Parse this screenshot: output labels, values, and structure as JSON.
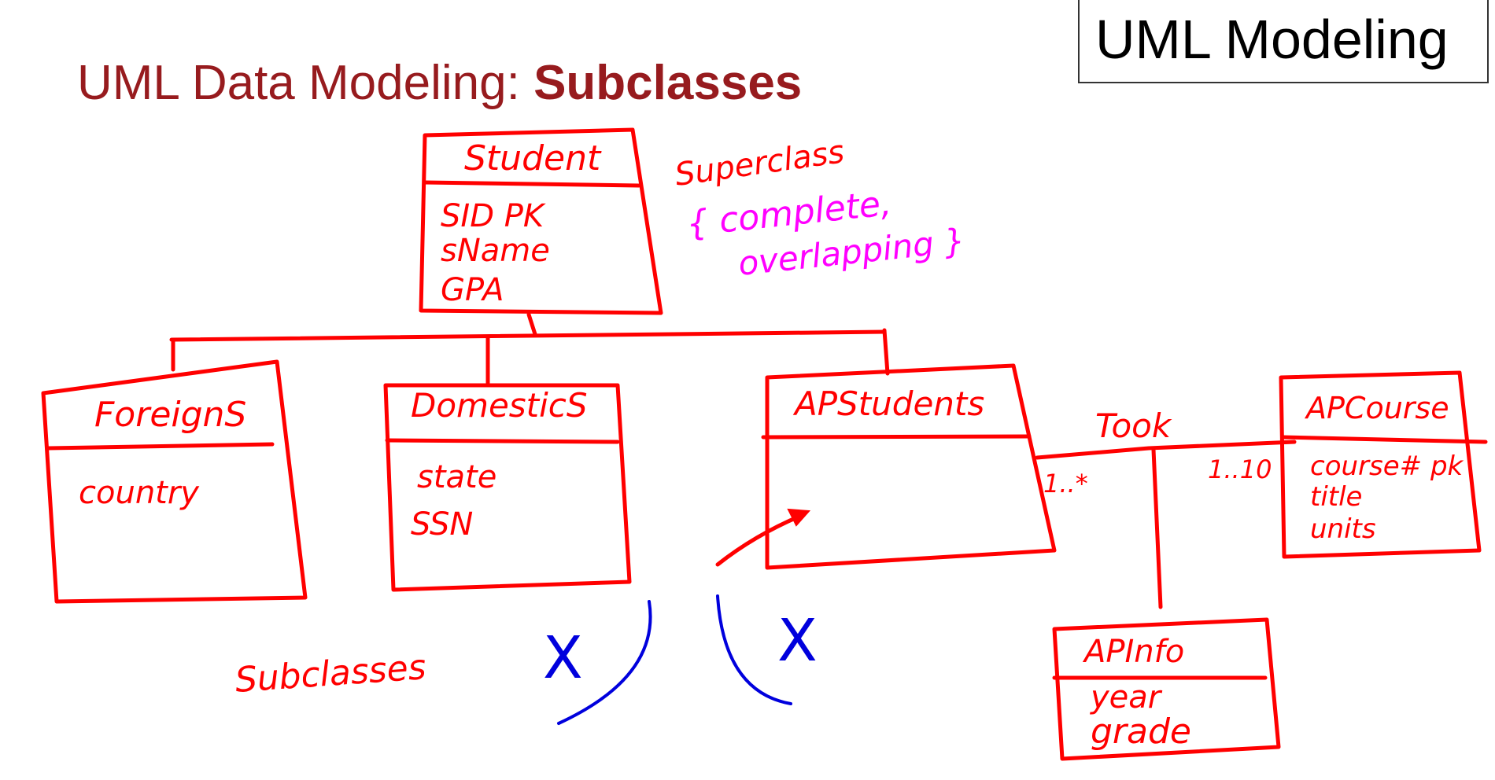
{
  "slide": {
    "title_prefix": "UML Data Modeling: ",
    "title_bold": "Subclasses",
    "badge": "UML Modeling"
  },
  "diagram": {
    "superclass": {
      "name": "Student",
      "attributes": [
        "SID  PK",
        "sName",
        "GPA"
      ],
      "note_label": "Superclass",
      "constraint_line1": "{ complete,",
      "constraint_line2": "overlapping }"
    },
    "subclasses": [
      {
        "name": "ForeignS",
        "attributes": [
          "country"
        ]
      },
      {
        "name": "DomesticS",
        "attributes": [
          "state",
          "SSN"
        ]
      },
      {
        "name": "APStudents",
        "attributes": []
      }
    ],
    "subclasses_label": "Subclasses",
    "association": {
      "name": "Took",
      "left_multiplicity": "1..*",
      "right_multiplicity": "1..10"
    },
    "course": {
      "name": "APCourse",
      "attributes": [
        "course# pk",
        "title",
        "units"
      ]
    },
    "association_class": {
      "name": "APInfo",
      "attributes": [
        "year",
        "grade"
      ]
    },
    "marks": {
      "cross": "X"
    },
    "colors": {
      "title": "#971b1e",
      "ink_red": "#ff0000",
      "ink_magenta": "#ff00ff",
      "ink_blue": "#0000dd"
    }
  }
}
